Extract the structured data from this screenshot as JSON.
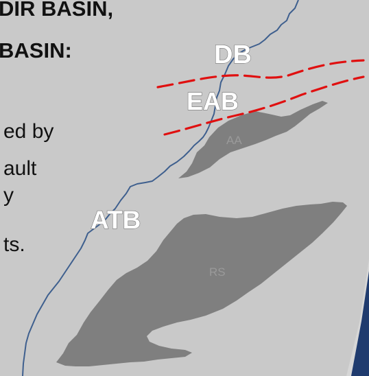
{
  "slide": {
    "heading_lines": [
      "DIR BASIN,",
      "BASIN:"
    ],
    "body_lines": [
      "ed by",
      "ault",
      "y",
      "ts."
    ]
  },
  "map": {
    "labels": {
      "db": "DB",
      "eab": "EAB",
      "atb": "ATB",
      "aa": "AA",
      "rs": "RS"
    },
    "colors": {
      "background": "#c9c9c9",
      "basin_fill": "#7f7f7f",
      "river": "#3e5f8e",
      "fault": "#e01010",
      "corner_accent": "#1f3b6e"
    }
  }
}
